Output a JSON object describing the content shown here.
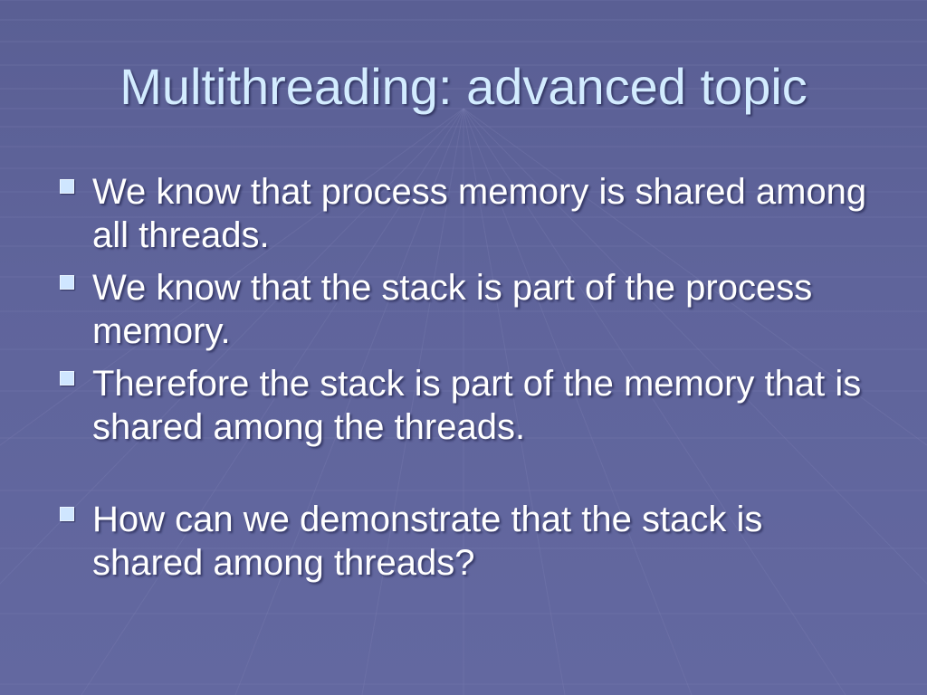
{
  "slide": {
    "title": "Multithreading: advanced topic",
    "bullets": [
      {
        "text": "We know that process memory is shared among all threads."
      },
      {
        "text": "We know that the stack is part of the process memory."
      },
      {
        "text": "Therefore the stack is part of the memory that is shared among the threads."
      },
      {
        "text": "How can we demonstrate that the stack is shared among threads?"
      }
    ]
  },
  "colors": {
    "background": "#5f649b",
    "title_text": "#d3ecff",
    "body_text": "#ffffff",
    "bullet_marker": "#cfe6ff"
  },
  "icons": {
    "bullet_marker": "square-bullet-icon"
  }
}
